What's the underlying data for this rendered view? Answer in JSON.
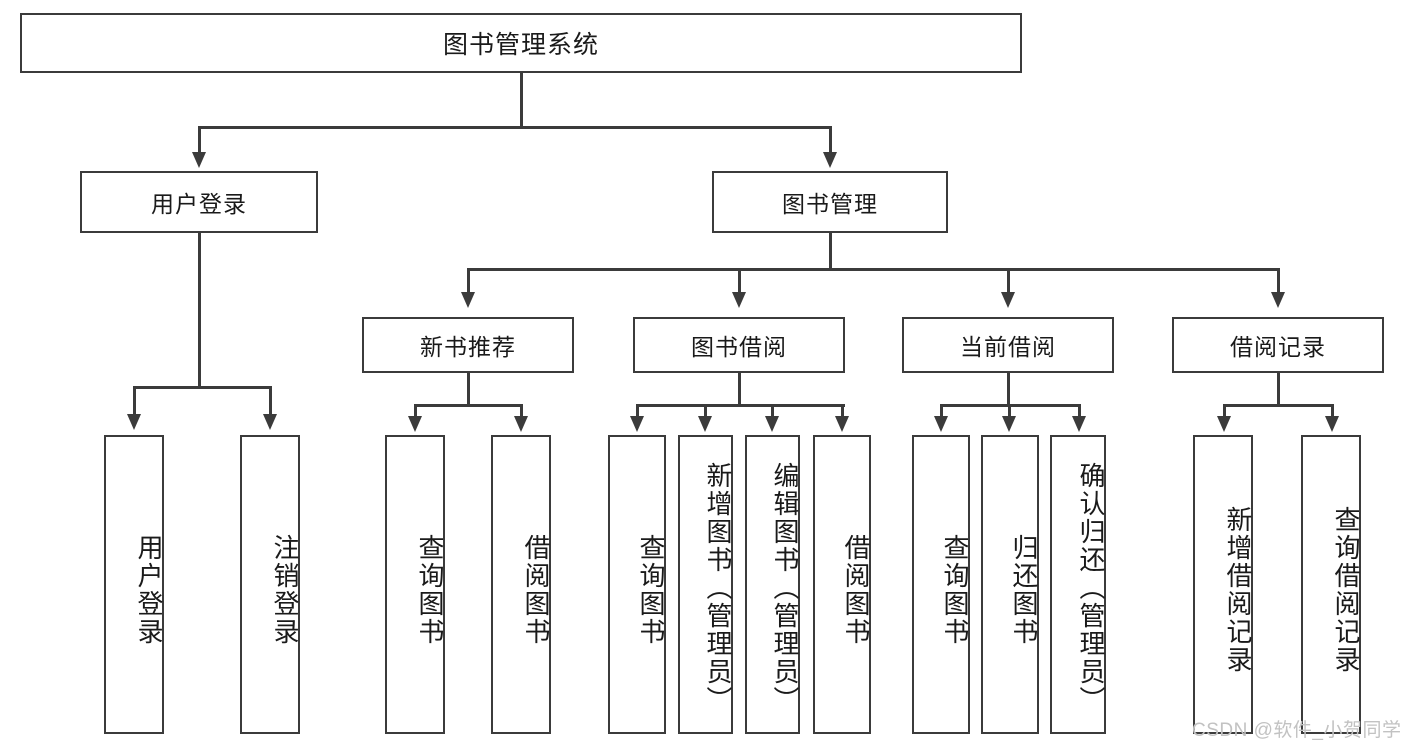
{
  "diagram": {
    "title": "图书管理系统",
    "type": "tree-hierarchy-functional-structure",
    "root": {
      "label": "图书管理系统"
    },
    "level2": [
      {
        "label": "用户登录"
      },
      {
        "label": "图书管理"
      }
    ],
    "level3": [
      {
        "label": "新书推荐"
      },
      {
        "label": "图书借阅"
      },
      {
        "label": "当前借阅"
      },
      {
        "label": "借阅记录"
      }
    ],
    "leaves": {
      "user_login": [
        {
          "label": "用户登录"
        },
        {
          "label": "注销登录"
        }
      ],
      "new_book_recommend": [
        {
          "label": "查询图书"
        },
        {
          "label": "借阅图书"
        }
      ],
      "book_borrow": [
        {
          "label": "查询图书"
        },
        {
          "label": "新增图书（管理员）"
        },
        {
          "label": "编辑图书（管理员）"
        },
        {
          "label": "借阅图书"
        }
      ],
      "current_borrow": [
        {
          "label": "查询图书"
        },
        {
          "label": "归还图书"
        },
        {
          "label": "确认归还（管理员）"
        }
      ],
      "borrow_records": [
        {
          "label": "新增借阅记录"
        },
        {
          "label": "查询借阅记录"
        }
      ]
    }
  },
  "watermark": {
    "text": "CSDN @软件_小贺同学"
  },
  "colors": {
    "stroke": "#3b3b3b",
    "background": "#ffffff",
    "text": "#1a1a1a",
    "watermark": "#c2c2c2"
  }
}
